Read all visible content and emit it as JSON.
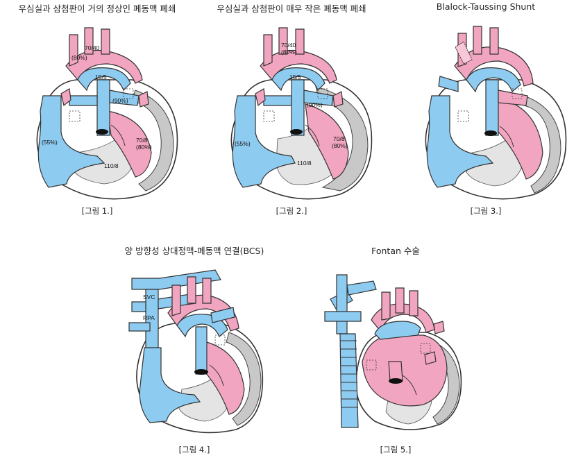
{
  "colors": {
    "blue_blood": "#8ecbf0",
    "pink_blood": "#f2a5c0",
    "muscle": "#c8c8c8"
  },
  "figures": [
    {
      "title": "우심실과 삼첨판이 거의 정상인 폐동맥 폐쇄",
      "caption": "[그림 1.]",
      "labels": [
        "70/40",
        "(80%)",
        "15/5",
        "(90%)",
        "(55%)",
        "70/8",
        "(80%)",
        "110/8"
      ]
    },
    {
      "title": "우심실과 삼첨판이 매우 작은 폐동맥 폐쇄",
      "caption": "[그림 2.]",
      "labels": [
        "70/40",
        "(80%)",
        "15/5",
        "(90%)",
        "(55%)",
        "70/8",
        "(80%)",
        "110/8"
      ]
    },
    {
      "title": "Blalock-Taussing Shunt",
      "caption": "[그림 3.]",
      "labels": []
    },
    {
      "title": "양 방향성 상대정맥-폐동맥 연결(BCS)",
      "caption": "[그림 4.]",
      "labels": [
        "SVC",
        "RPA"
      ]
    },
    {
      "title": "Fontan 수술",
      "caption": "[그림 5.]",
      "labels": []
    }
  ]
}
